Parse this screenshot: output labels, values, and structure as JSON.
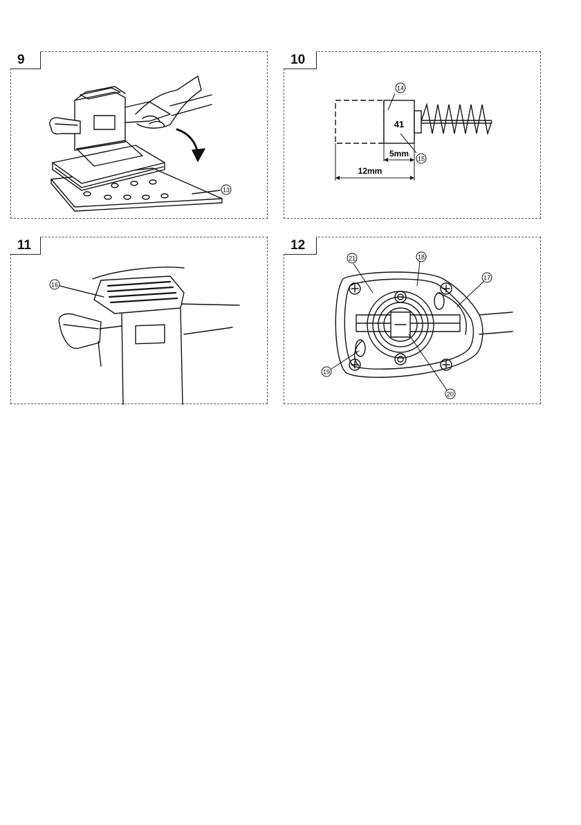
{
  "figures": [
    {
      "number": "9",
      "callouts": [
        "13"
      ]
    },
    {
      "number": "10",
      "callouts": [
        "14",
        "15"
      ],
      "brush_label": "41",
      "dim_short": "5mm",
      "dim_long": "12mm"
    },
    {
      "number": "11",
      "callouts": [
        "16"
      ]
    },
    {
      "number": "12",
      "callouts": [
        "21",
        "18",
        "17",
        "19",
        "20"
      ]
    }
  ],
  "colors": {
    "line": "#111111",
    "border": "#555555",
    "background": "#ffffff"
  }
}
